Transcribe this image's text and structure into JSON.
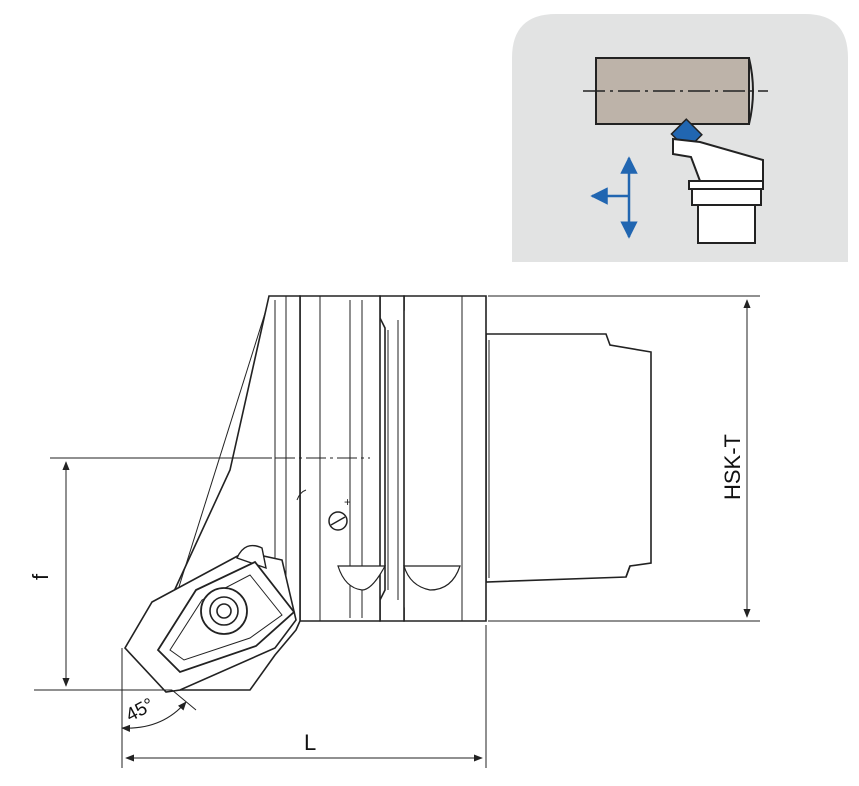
{
  "dimensions": {
    "length_label": "L",
    "height_label": "f",
    "shank_label": "HSK-T",
    "angle_label": "45°"
  },
  "colors": {
    "inset_background": "#e2e3e3",
    "workpiece_fill": "#bdb3a9",
    "insert_fill": "#2166b1",
    "arrow_color": "#2166b1",
    "line_color": "#222222"
  },
  "icons": {
    "feed_arrows": "feed-direction-arrows-icon",
    "insert": "cutting-insert-icon"
  }
}
